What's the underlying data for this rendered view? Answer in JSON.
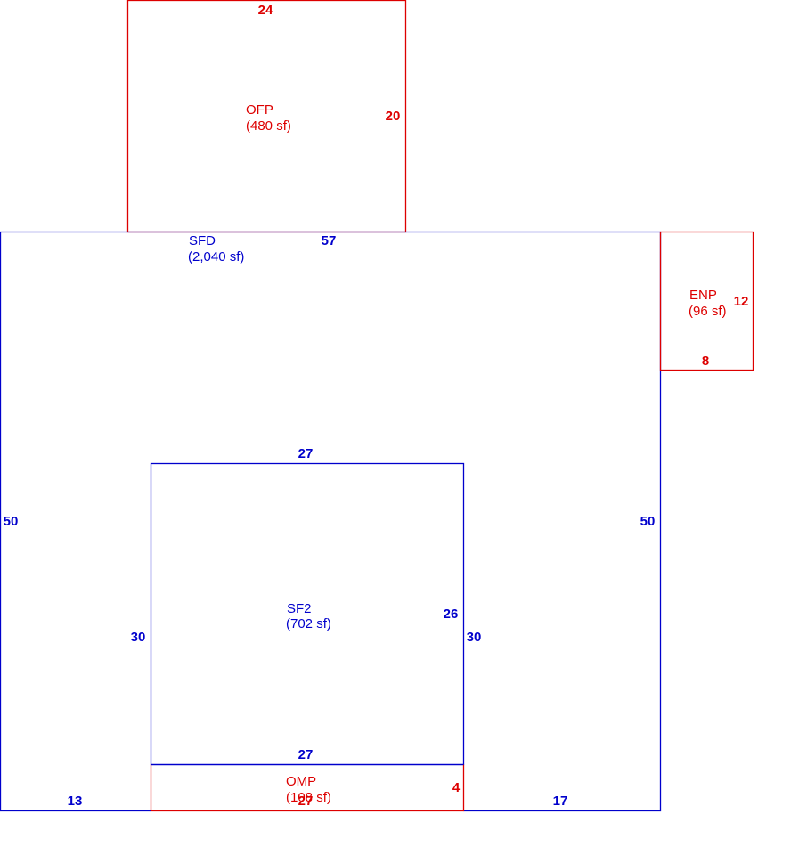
{
  "colors": {
    "living": "#0000cc",
    "porch": "#dd0000",
    "background": "#ffffff"
  },
  "areas": {
    "ofp": {
      "code": "OFP",
      "area": "(480 sf)",
      "dims": {
        "top": "24",
        "right": "20"
      }
    },
    "sfd": {
      "code": "SFD",
      "area": "(2,040 sf)",
      "dims": {
        "top": "57",
        "left": "50",
        "right": "50",
        "bottom_left": "13",
        "bottom_right": "17"
      }
    },
    "enp": {
      "code": "ENP",
      "area": "(96 sf)",
      "dims": {
        "right": "12",
        "bottom": "8"
      }
    },
    "sf2": {
      "code": "SF2",
      "area": "(702 sf)",
      "dims": {
        "top": "27",
        "left": "30",
        "right_inner": "26",
        "right_outer": "30",
        "bottom": "27"
      }
    },
    "omp": {
      "code": "OMP",
      "area": "(108 sf)",
      "dims": {
        "right": "4",
        "bottom": "27"
      }
    }
  }
}
